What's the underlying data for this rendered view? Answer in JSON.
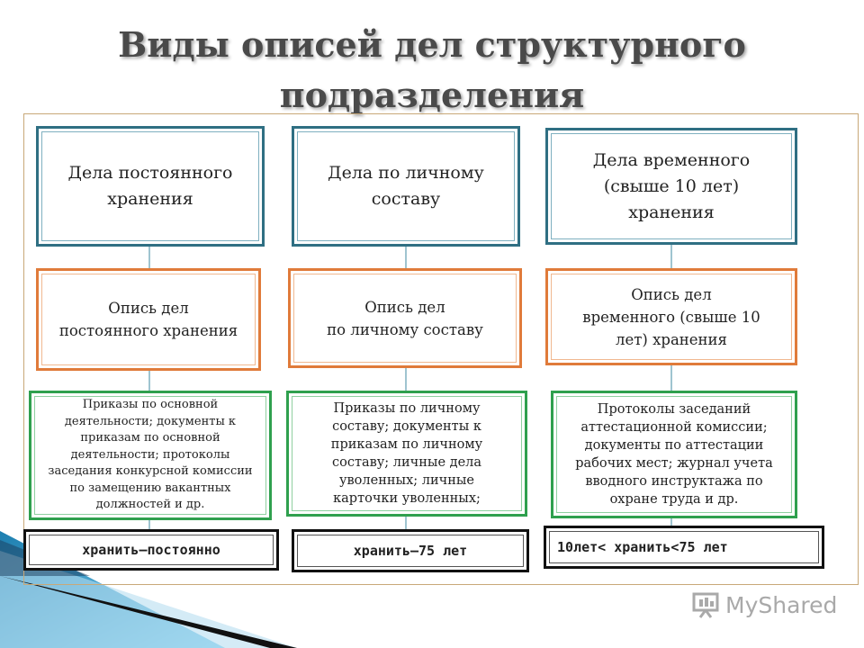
{
  "title": "Виды описей дел структурного\nподразделения",
  "columns": [
    {
      "category": "Дела постоянного\nхранения",
      "inventory": "Опись дел\nпостоянного хранения",
      "documents": "Приказы по основной\nдеятельности; документы к\nприказам по основной\nдеятельности; протоколы\nзаседания  конкурсной комиссии\nпо  замещению вакантных\nдолжностей и др.",
      "retention": "хранить–постоянно"
    },
    {
      "category": "Дела по личному\nсоставу",
      "inventory": "Опись дел\nпо личному составу",
      "documents": "Приказы по личному\nсоставу; документы к\nприказам по личному\nсоставу; личные дела\nуволенных; личные\nкарточки уволенных;",
      "retention": "хранить–75 лет"
    },
    {
      "category": "Дела временного\n(свыше 10 лет)\nхранения",
      "inventory": "Опись дел\nвременного (свыше 10\nлет) хранения",
      "documents": "Протоколы заседаний\nаттестационной комиссии;\nдокументы по аттестации\nрабочих мест; журнал учета\nвводного инструктажа по\nохране труда и др.",
      "retention": "10лет< хранить<75 лет"
    }
  ],
  "watermark": "MyShared",
  "colors": {
    "category_border": "#2f6f83",
    "inventory_border": "#e07b3a",
    "documents_border": "#2fa04e",
    "retention_border": "#111111",
    "title_color": "#4a4a4a"
  },
  "icons": {
    "watermark_icon": "presentation-board-icon"
  }
}
